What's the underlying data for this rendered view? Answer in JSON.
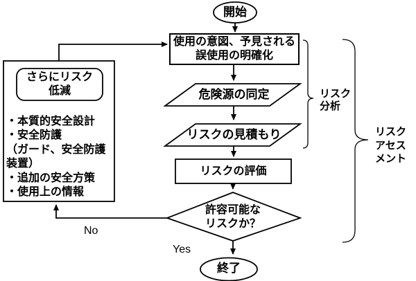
{
  "colors": {
    "stroke": "#000000",
    "background": "#ffffff",
    "text": "#000000"
  },
  "flowchart": {
    "start_label": "開始",
    "clarify_label": "使用の意図、予見される\n誤使用の明確化",
    "hazard_label": "危険源の同定",
    "estimate_label": "リスクの見積もり",
    "evaluate_label": "リスクの評価",
    "decision_label": "許容可能な\nリスクか？",
    "end_label": "終了",
    "no_label": "No",
    "yes_label": "Yes"
  },
  "risk_reduction": {
    "title": "さらにリスク\n低減",
    "items": [
      "・本質的安全設計",
      "・安全防護",
      "（ガード、安全防護",
      "装置）",
      "・追加の安全方策",
      "・使用上の情報"
    ]
  },
  "annotations": {
    "risk_analysis": "リスク\n分析",
    "risk_assessment": "リスク\nアセス\nメント"
  }
}
